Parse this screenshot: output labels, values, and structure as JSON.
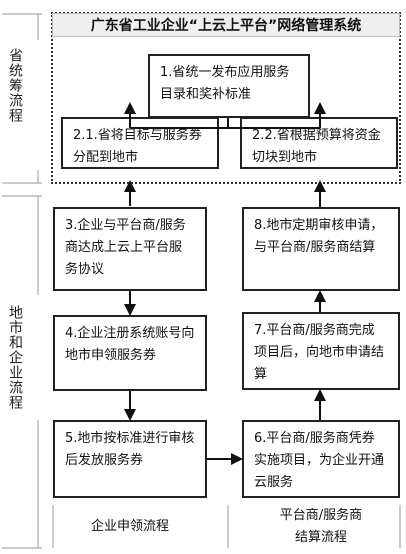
{
  "left_labels": {
    "province": "省统筹流程",
    "city": "地市和企业流程"
  },
  "title": "广东省工业企业“上云上平台”网络管理系统",
  "steps": {
    "s1": [
      "1.省统一发布应用服务",
      "目录和奖补标准"
    ],
    "s21": [
      "2.1.省将目标与服务券",
      "分配到地市"
    ],
    "s22": [
      "2.2.省根据预算将资金",
      "切块到地市"
    ],
    "s3": [
      "3.企业与平台商/服务",
      "商达成上云上平台服",
      "务协议"
    ],
    "s4": [
      "4.企业注册系统账号向",
      "地市申领服务券"
    ],
    "s5": [
      "5.地市按标准进行审核",
      "后发放服务券"
    ],
    "s6": [
      "6.平台商/服务商凭券",
      "实施项目，为企业开通",
      "云服务"
    ],
    "s7": [
      "7.平台商/服务商完成",
      "项目后，向地市申请结",
      "算"
    ],
    "s8": [
      "8.地市定期审核申请，",
      "与平台商/服务商结算"
    ]
  },
  "footer": {
    "left": "企业申领流程",
    "right_line1": "平台商/服务商",
    "right_line2": "结算流程"
  }
}
